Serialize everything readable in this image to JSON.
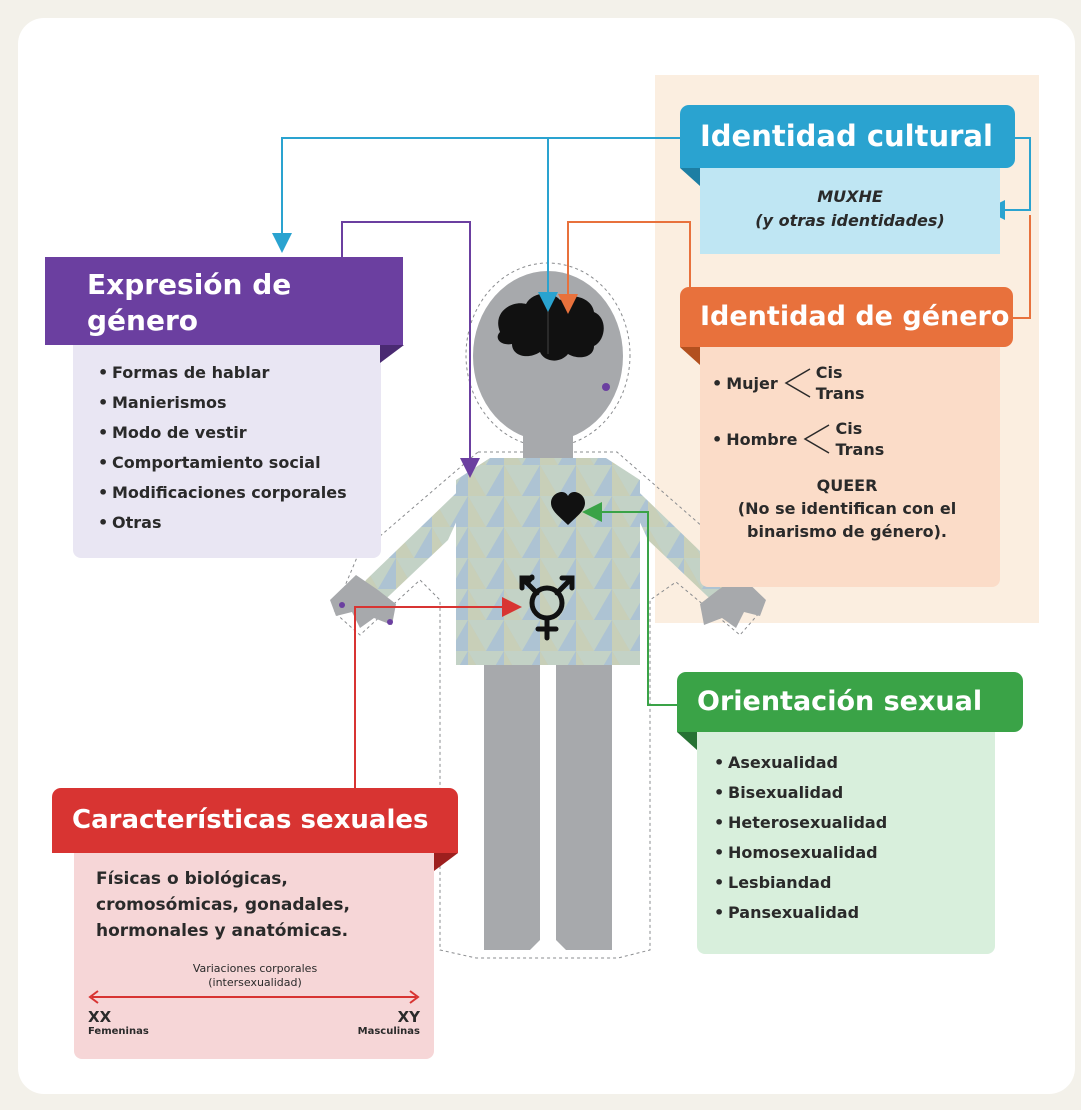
{
  "cultural": {
    "title": "Identidad cultural",
    "line1": "MUXHE",
    "line2": "(y otras identidades)"
  },
  "expresion": {
    "title_line1": "Expresión de",
    "title_line2": "género",
    "items": [
      "Formas de hablar",
      "Manierismos",
      "Modo de vestir",
      "Comportamiento social",
      "Modificaciones corporales",
      "Otras"
    ]
  },
  "genero": {
    "title": "Identidad de género",
    "rows": [
      {
        "label": "Mujer",
        "a": "Cis",
        "b": "Trans"
      },
      {
        "label": "Hombre",
        "a": "Cis",
        "b": "Trans"
      }
    ],
    "queer": "QUEER",
    "queer_note_line1": "(No se identifican con el",
    "queer_note_line2": "binarismo de género)."
  },
  "orientacion": {
    "title": "Orientación sexual",
    "items": [
      "Asexualidad",
      "Bisexualidad",
      "Heterosexualidad",
      "Homosexualidad",
      "Lesbiandad",
      "Pansexualidad"
    ]
  },
  "caracteristicas": {
    "title": "Características sexuales",
    "line1": "Físicas o biológicas,",
    "line2": "cromosómicas, gonadales,",
    "line3": "hormonales y anatómicas.",
    "variaciones_line1": "Variaciones corporales",
    "variaciones_line2": "(intersexualidad)",
    "left_code": "XX",
    "left_label": "Femeninas",
    "right_code": "XY",
    "right_label": "Masculinas"
  },
  "colors": {
    "cultural": "#2aa3d0",
    "cultural_body": "#bfe6f3",
    "expresion": "#6b3fa0",
    "expresion_body": "#e9e6f3",
    "genero": "#e8713c",
    "genero_body": "#fbdcc8",
    "orientacion": "#3aa347",
    "orientacion_body": "#d8efdc",
    "caracteristicas": "#d83432",
    "caracteristicas_body": "#f6d6d7",
    "figure": "#a7a9ac"
  }
}
